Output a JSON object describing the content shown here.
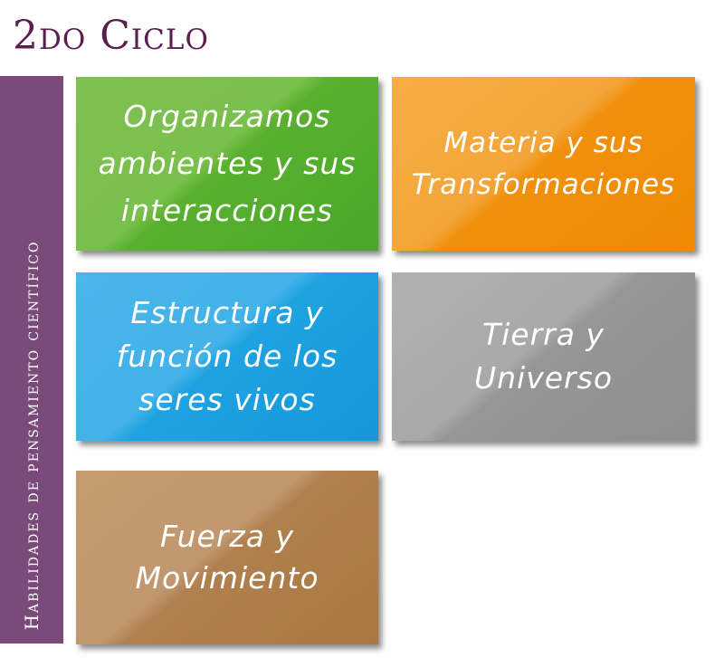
{
  "title": "2do Ciclo",
  "side_label": "Habilidades de pensamiento científico",
  "tiles": [
    {
      "lines": [
        "Organizamos",
        "ambientes y sus",
        "interacciones"
      ],
      "color": "#59b02f"
    },
    {
      "lines": [
        "Materia y sus",
        "Transformaciones"
      ],
      "color": "#f0900c"
    },
    {
      "lines": [
        "Estructura y",
        "función de los",
        "seres vivos"
      ],
      "color": "#1ea2e0"
    },
    {
      "lines": [
        "Tierra y",
        "Universo"
      ],
      "color": "#969696"
    },
    {
      "lines": [
        "Fuerza y",
        "Movimiento"
      ],
      "color": "#b0804e"
    }
  ],
  "colors": {
    "title": "#5a1f4f",
    "side_bar": "#7a4a7a"
  }
}
